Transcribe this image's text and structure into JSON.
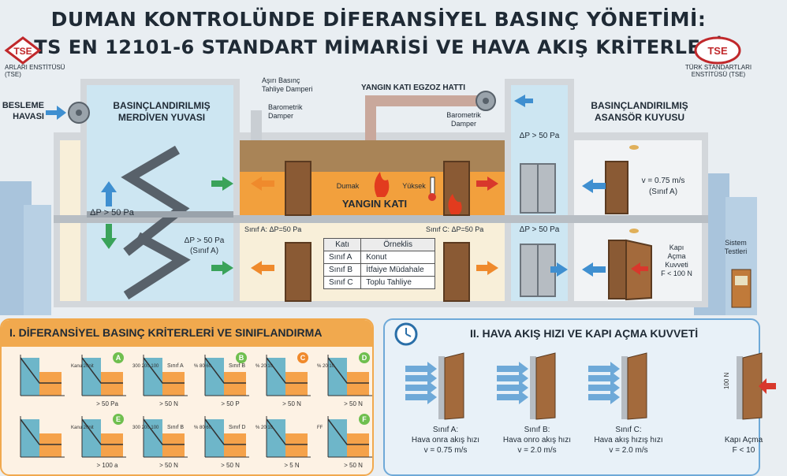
{
  "title": {
    "line1": "DUMAN KONTROLÜNDE DİFERANSİYEL BASINÇ YÖNETİMİ:",
    "line2": "TS EN 12101-6 STANDART MİMARİSİ VE HAVA AKIŞ KRİTERLERİ"
  },
  "logo": {
    "mark": "TSE",
    "left_caption_1": "ARLARI ENSTİTÜSÜ",
    "left_caption_2": "(TSE)",
    "right_caption_1": "TÜRK STANDARTLARI",
    "right_caption_2": "ENSTİTÜSÜ (TSE)"
  },
  "building": {
    "supply_air_1": "BESLEME",
    "supply_air_2": "HAVASI",
    "stair_title_1": "BASINÇLANDIRILMIŞ",
    "stair_title_2": "MERDİVEN YUVASI",
    "overpressure_1": "Aşırı Basınç",
    "overpressure_2": "Tahliye Damperi",
    "baro_1_a": "Barometrik",
    "baro_1_b": "Damper",
    "exhaust": "YANGIN KATI EGZOZ HATTI",
    "baro_2_a": "Barometrik",
    "baro_2_b": "Damper",
    "lift_title_1": "BASINÇLANDIRILMIŞ",
    "lift_title_2": "ASANSÖR KUYUSU",
    "dp_stair": "ΔP > 50 Pa",
    "dp_stair_lower_1": "ΔP > 50 Pa",
    "dp_stair_lower_2": "(Sınıf A)",
    "dp_lift_upper": "ΔP > 50 Pa",
    "dp_lift_lower": "ΔP > 50 Pa",
    "smoke": "Dumak",
    "high": "Yüksek",
    "fire_floor": "YANGIN KATI",
    "class_a_dp": "Sınıf A: ΔP=50 Pa",
    "class_c_dp": "Sınıf C: ΔP=50 Pa",
    "velocity_1": "v = 0.75 m/s",
    "velocity_2": "(Sınıf A)",
    "door_force_1": "Kapı",
    "door_force_2": "Açma",
    "door_force_3": "Kuvveti",
    "door_force_4": "F < 100 N",
    "system_tests_1": "Sistem",
    "system_tests_2": "Testleri"
  },
  "table": {
    "headers": [
      "Katı",
      "Örneklis"
    ],
    "rows": [
      [
        "Sınıf A",
        "Konut"
      ],
      [
        "Sınıf B",
        "İtfaiye Müdahale"
      ],
      [
        "Sınıf C",
        "Toplu Tahliye"
      ]
    ]
  },
  "section1": {
    "title": "I. DİFERANSİYEL BASINÇ KRİTERLERİ VE SINIFLANDIRMA",
    "charts": [
      {
        "badge": "",
        "label": "",
        "yl": "",
        "x": ""
      },
      {
        "badge": "A",
        "label": "",
        "yl": "Kanu 20nit",
        "x": "> 50 Pa"
      },
      {
        "badge": "",
        "label": "Sınıf A",
        "yl": "300 200 100",
        "x": "> 50 N"
      },
      {
        "badge": "B",
        "label": "Sınıf B",
        "yl": "% 80 60",
        "x": "> 50 P"
      },
      {
        "badge": "C",
        "label": "",
        "yl": "% 20 10",
        "x": "> 50 N"
      },
      {
        "badge": "D",
        "label": "",
        "yl": "% 20 10",
        "x": "> 50 N"
      },
      {
        "badge": "",
        "label": "",
        "yl": "",
        "x": ""
      },
      {
        "badge": "E",
        "label": "",
        "yl": "Kanu 20nit",
        "x": "> 100 a"
      },
      {
        "badge": "",
        "label": "Sınıf B",
        "yl": "300 200 100",
        "x": "> 50 N"
      },
      {
        "badge": "",
        "label": "Sınıf D",
        "yl": "% 80 60",
        "x": "> 50 N"
      },
      {
        "badge": "",
        "label": "",
        "yl": "% 20 10",
        "x": "> 5 N"
      },
      {
        "badge": "F",
        "label": "",
        "yl": "FF",
        "x": "> 50 N"
      }
    ]
  },
  "section2": {
    "title": "II. HAVA AKIŞ HIZI VE KAPI AÇMA KUVVETİ",
    "items": [
      {
        "l1": "Sınıf A:",
        "l2": "Hava onra akış hızı",
        "l3": "v = 0.75 m/s"
      },
      {
        "l1": "Sınıf B:",
        "l2": "Hava onro akış hızı",
        "l3": "v = 2.0 m/s"
      },
      {
        "l1": "Sınıf C:",
        "l2": "Hava akış hızış hızı",
        "l3": "v = 2.0 m/s"
      },
      {
        "l1": "",
        "l2": "Kapı Açma",
        "l3": "F < 10"
      }
    ],
    "force_label": "100 N"
  },
  "colors": {
    "stair_blue": "#cde6f2",
    "fire_orange": "#f2a03d",
    "floor_cream": "#f8efd9",
    "panel1_bg": "#fdf2e4",
    "panel1_head": "#f1a94e",
    "panel2_bg": "#e8f1f8",
    "panel2_head": "#6ea9d8",
    "door_brown": "#8a5a34",
    "arrow_blue": "#3f8fd0",
    "arrow_green": "#3aa35a",
    "arrow_orange": "#ef8a2c",
    "arrow_red": "#d8382c"
  }
}
